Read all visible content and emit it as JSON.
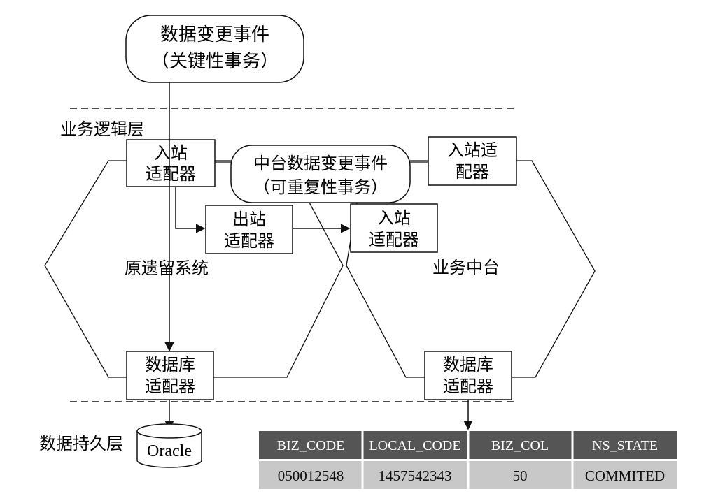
{
  "colors": {
    "stroke": "#111111",
    "header_bg": "#555555",
    "header_text": "#ffffff",
    "row_bg": "#c8c8c8",
    "row_text": "#111111"
  },
  "event_top": {
    "line1": "数据变更事件",
    "line2": "（关键性事务）"
  },
  "layers": {
    "logic": "业务逻辑层",
    "persistence": "数据持久层"
  },
  "legacy": {
    "name": "原遗留系统",
    "inbound": {
      "line1": "入站",
      "line2": "适配器"
    },
    "outbound": {
      "line1": "出站",
      "line2": "适配器"
    },
    "db_adapter": {
      "line1": "数据库",
      "line2": "适配器"
    },
    "db": "Oracle"
  },
  "middle_event": {
    "line1": "中台数据变更事件",
    "line2": "（可重复性事务）"
  },
  "platform": {
    "name": "业务中台",
    "inbound_top": {
      "line1": "入站适",
      "line2": "配器"
    },
    "inbound": {
      "line1": "入站",
      "line2": "适配器"
    },
    "db_adapter": {
      "line1": "数据库",
      "line2": "适配器"
    }
  },
  "table": {
    "headers": [
      "BIZ_CODE",
      "LOCAL_CODE",
      "BIZ_COL",
      "NS_STATE"
    ],
    "rows": [
      [
        "050012548",
        "1457542343",
        "50",
        "COMMITED"
      ]
    ]
  }
}
